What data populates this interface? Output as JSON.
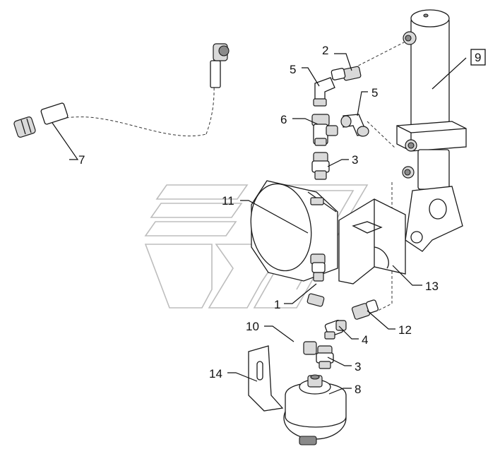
{
  "callouts": [
    {
      "id": "c2",
      "text": "2"
    },
    {
      "id": "c5a",
      "text": "5"
    },
    {
      "id": "c5b",
      "text": "5"
    },
    {
      "id": "c6",
      "text": "6"
    },
    {
      "id": "c3a",
      "text": "3"
    },
    {
      "id": "c7",
      "text": "7"
    },
    {
      "id": "c9",
      "text": "9"
    },
    {
      "id": "c11",
      "text": "11"
    },
    {
      "id": "c13",
      "text": "13"
    },
    {
      "id": "c1",
      "text": "1"
    },
    {
      "id": "c12",
      "text": "12"
    },
    {
      "id": "c10",
      "text": "10"
    },
    {
      "id": "c4",
      "text": "4"
    },
    {
      "id": "c3b",
      "text": "3"
    },
    {
      "id": "c14",
      "text": "14"
    },
    {
      "id": "c8",
      "text": "8"
    }
  ]
}
